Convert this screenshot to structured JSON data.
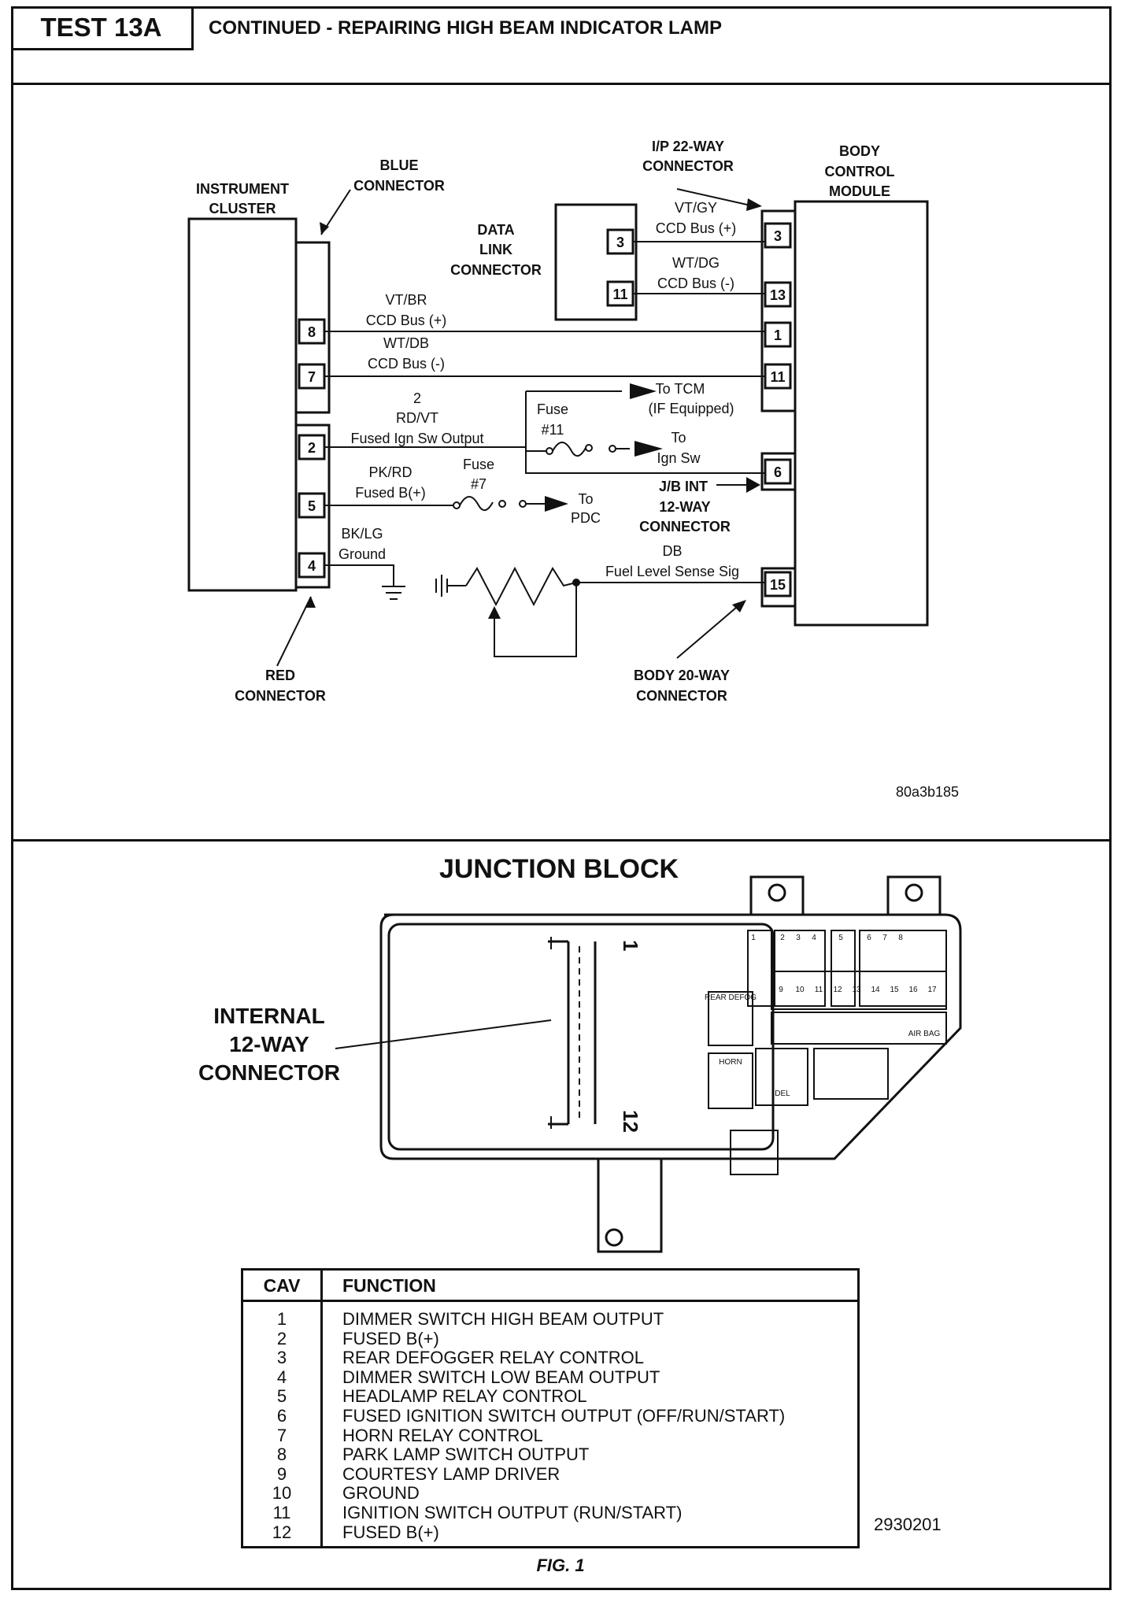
{
  "header": {
    "test_id": "TEST 13A",
    "title": "CONTINUED - REPAIRING HIGH BEAM INDICATOR LAMP"
  },
  "schematic": {
    "instrument_cluster": [
      "INSTRUMENT",
      "CLUSTER"
    ],
    "blue_connector": [
      "BLUE",
      "CONNECTOR"
    ],
    "red_connector": [
      "RED",
      "CONNECTOR"
    ],
    "data_link_connector": [
      "DATA",
      "LINK",
      "CONNECTOR"
    ],
    "ip_connector": [
      "I/P 22-WAY",
      "CONNECTOR"
    ],
    "bcm": [
      "BODY",
      "CONTROL",
      "MODULE"
    ],
    "jb_connector": [
      "J/B INT",
      "12-WAY",
      "CONNECTOR"
    ],
    "body_connector": [
      "BODY 20-WAY",
      "CONNECTOR"
    ],
    "pins": {
      "dlc_3": "3",
      "dlc_11": "11",
      "bcm_3": "3",
      "bcm_13": "13",
      "bcm_1": "1",
      "bcm_11": "11",
      "bcm_6": "6",
      "bcm_15": "15",
      "ic_8": "8",
      "ic_7": "7",
      "ic_2": "2",
      "ic_5": "5",
      "ic_4": "4"
    },
    "wires": {
      "vt_gy": [
        "VT/GY",
        "CCD Bus (+)"
      ],
      "wt_dg": [
        "WT/DG",
        "CCD Bus (-)"
      ],
      "vt_br": [
        "VT/BR",
        "CCD Bus (+)"
      ],
      "wt_db": [
        "WT/DB",
        "CCD Bus (-)"
      ],
      "rd_vt": [
        "2",
        "RD/VT",
        "Fused Ign Sw Output"
      ],
      "pk_rd": [
        "PK/RD",
        "Fused B(+)"
      ],
      "bk_lg": [
        "BK/LG",
        "Ground"
      ],
      "db": [
        "DB",
        "Fuel Level Sense Sig"
      ]
    },
    "fuse11": [
      "Fuse",
      "#11"
    ],
    "fuse7": [
      "Fuse",
      "#7"
    ],
    "to_tcm": [
      "To TCM",
      "(IF Equipped)"
    ],
    "to_ign": [
      "To",
      "Ign Sw"
    ],
    "to_pdc": [
      "To",
      "PDC"
    ],
    "code": "80a3b185"
  },
  "junction_block": {
    "title": "JUNCTION BLOCK",
    "internal_label": [
      "INTERNAL",
      "12-WAY",
      "CONNECTOR"
    ],
    "pin_1": "1",
    "pin_12": "12",
    "fuse_labels": [
      "1",
      "2",
      "3",
      "4",
      "5",
      "6",
      "7",
      "8",
      "9",
      "10",
      "11",
      "12",
      "13",
      "14",
      "15",
      "16",
      "17"
    ],
    "small_labels": {
      "air_bag": "AIR BAG",
      "horn": "HORN",
      "del": "DEL",
      "rear_defog": "REAR DEFOG"
    }
  },
  "cav_table": {
    "headers": {
      "cav": "CAV",
      "function": "FUNCTION"
    },
    "rows": [
      {
        "cav": "1",
        "function": "DIMMER SWITCH HIGH BEAM OUTPUT"
      },
      {
        "cav": "2",
        "function": "FUSED B(+)"
      },
      {
        "cav": "3",
        "function": "REAR DEFOGGER RELAY CONTROL"
      },
      {
        "cav": "4",
        "function": "DIMMER SWITCH LOW BEAM OUTPUT"
      },
      {
        "cav": "5",
        "function": "HEADLAMP RELAY CONTROL"
      },
      {
        "cav": "6",
        "function": "FUSED IGNITION SWITCH OUTPUT (OFF/RUN/START)"
      },
      {
        "cav": "7",
        "function": "HORN RELAY CONTROL"
      },
      {
        "cav": "8",
        "function": "PARK LAMP SWITCH OUTPUT"
      },
      {
        "cav": "9",
        "function": "COURTESY LAMP DRIVER"
      },
      {
        "cav": "10",
        "function": "GROUND"
      },
      {
        "cav": "11",
        "function": "IGNITION SWITCH OUTPUT (RUN/START)"
      },
      {
        "cav": "12",
        "function": "FUSED B(+)"
      }
    ]
  },
  "figure_code": "2930201",
  "figure_caption": "FIG. 1"
}
